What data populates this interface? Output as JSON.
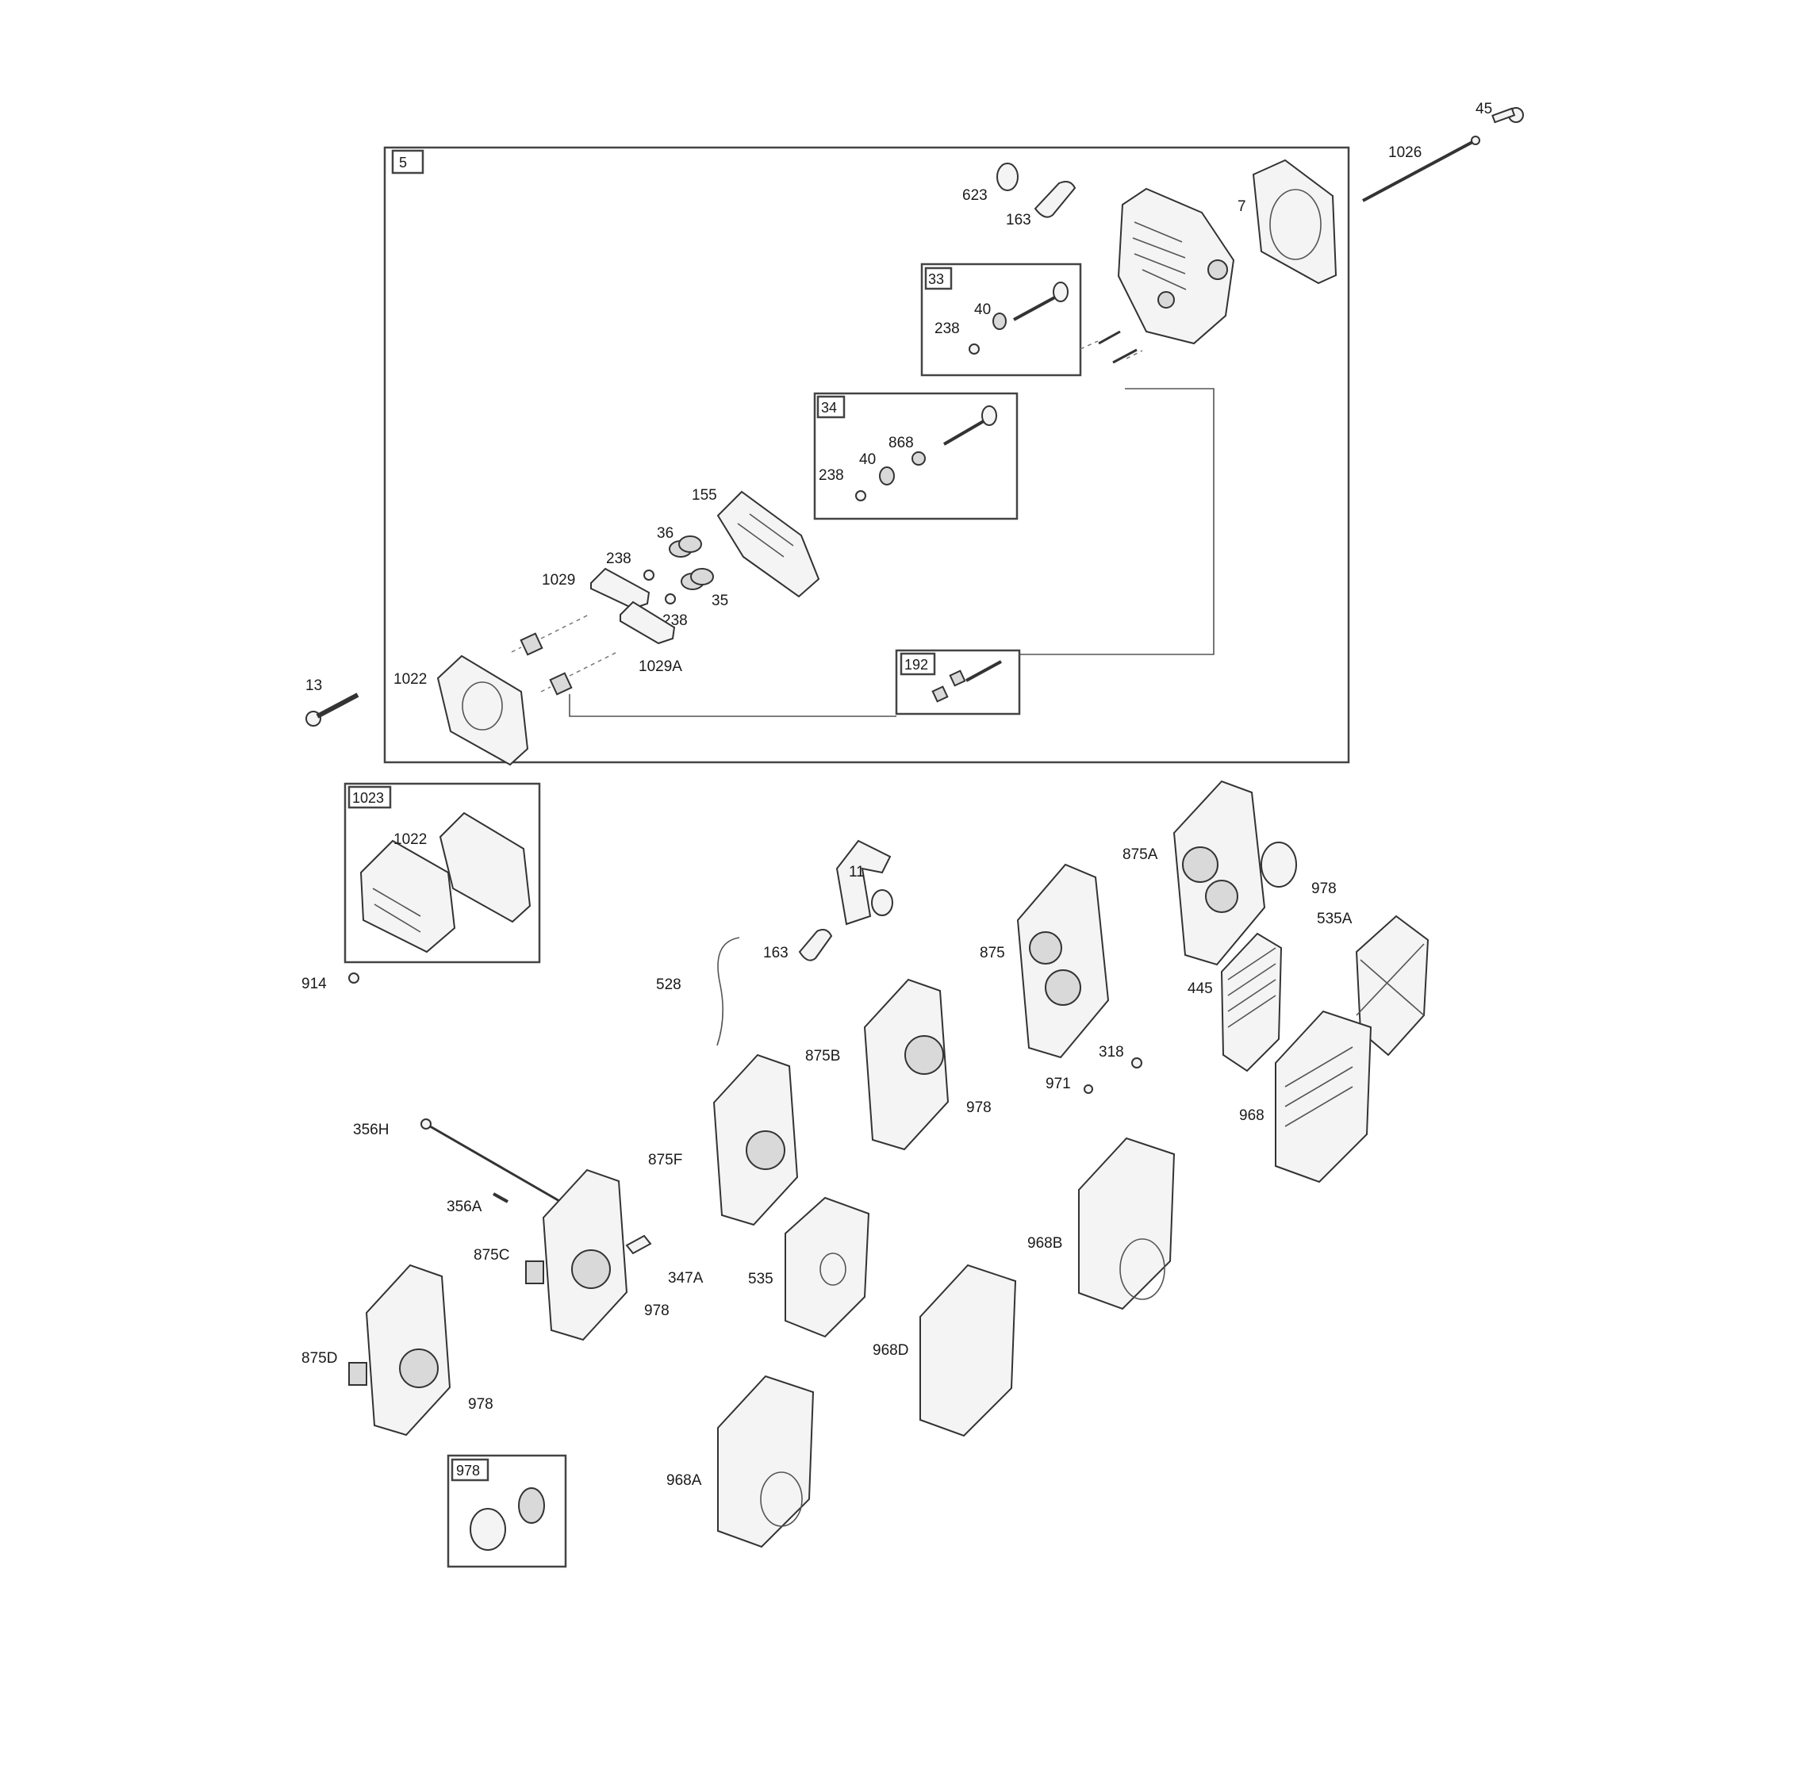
{
  "callouts": {
    "c45": "45",
    "c1026": "1026",
    "c5": "5",
    "c623": "623",
    "c163a": "163",
    "c7": "7",
    "c33": "33",
    "c40a": "40",
    "c238a": "238",
    "c34": "34",
    "c868": "868",
    "c40b": "40",
    "c238b": "238",
    "c155": "155",
    "c36": "36",
    "c238c": "238",
    "c1029": "1029",
    "c35": "35",
    "c238d": "238",
    "c1029a": "1029A",
    "c13": "13",
    "c1022a": "1022",
    "c192": "192",
    "c1023": "1023",
    "c1022b": "1022",
    "c914": "914",
    "c11": "11",
    "c163b": "163",
    "c528": "528",
    "c875a": "875A",
    "c978a": "978",
    "c535a": "535A",
    "c875": "875",
    "c445": "445",
    "c318": "318",
    "c971": "971",
    "c968": "968",
    "c875b": "875B",
    "c978b": "978",
    "c875f": "875F",
    "c356h": "356H",
    "c356a": "356A",
    "c875c": "875C",
    "c347a": "347A",
    "c978c": "978",
    "c535": "535",
    "c968b": "968B",
    "c968d": "968D",
    "c875d": "875D",
    "c978d": "978",
    "c978e": "978",
    "c968a": "968A"
  }
}
